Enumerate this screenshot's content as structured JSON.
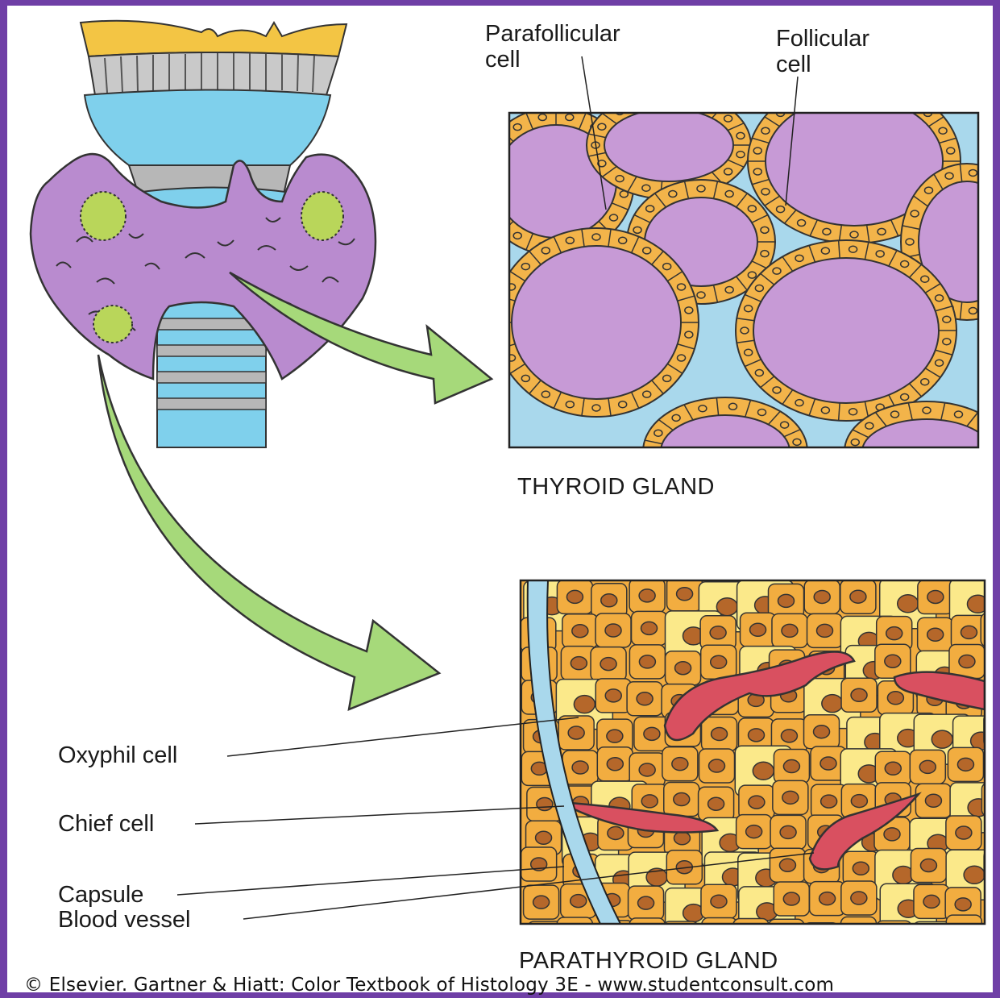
{
  "labels": {
    "parafollicular": "Parafollicular\ncell",
    "follicular": "Follicular\ncell",
    "oxyphil": "Oxyphil cell",
    "chief": "Chief cell",
    "capsule": "Capsule",
    "blood_vessel": "Blood vessel"
  },
  "captions": {
    "thyroid": "THYROID GLAND",
    "parathyroid": "PARATHYROID GLAND"
  },
  "copyright": "© Elsevier. Gartner & Hiatt: Color Textbook of Histology 3E - www.studentconsult.com",
  "colors": {
    "border": "#6f3fa6",
    "thyroid_tissue": "#b98bcf",
    "colloid": "#c79ad6",
    "follicle_cells": "#f3b44a",
    "interstitium": "#a9d8ec",
    "cartilage": "#7fd0ec",
    "parathyroid_spot": "#b9d65a",
    "arrow": "#a6d97a",
    "chief_cells": "#f2ad40",
    "oxyphil_cells": "#fbe98a",
    "blood_vessel": "#d95060",
    "nucleus": "#b5672a"
  }
}
